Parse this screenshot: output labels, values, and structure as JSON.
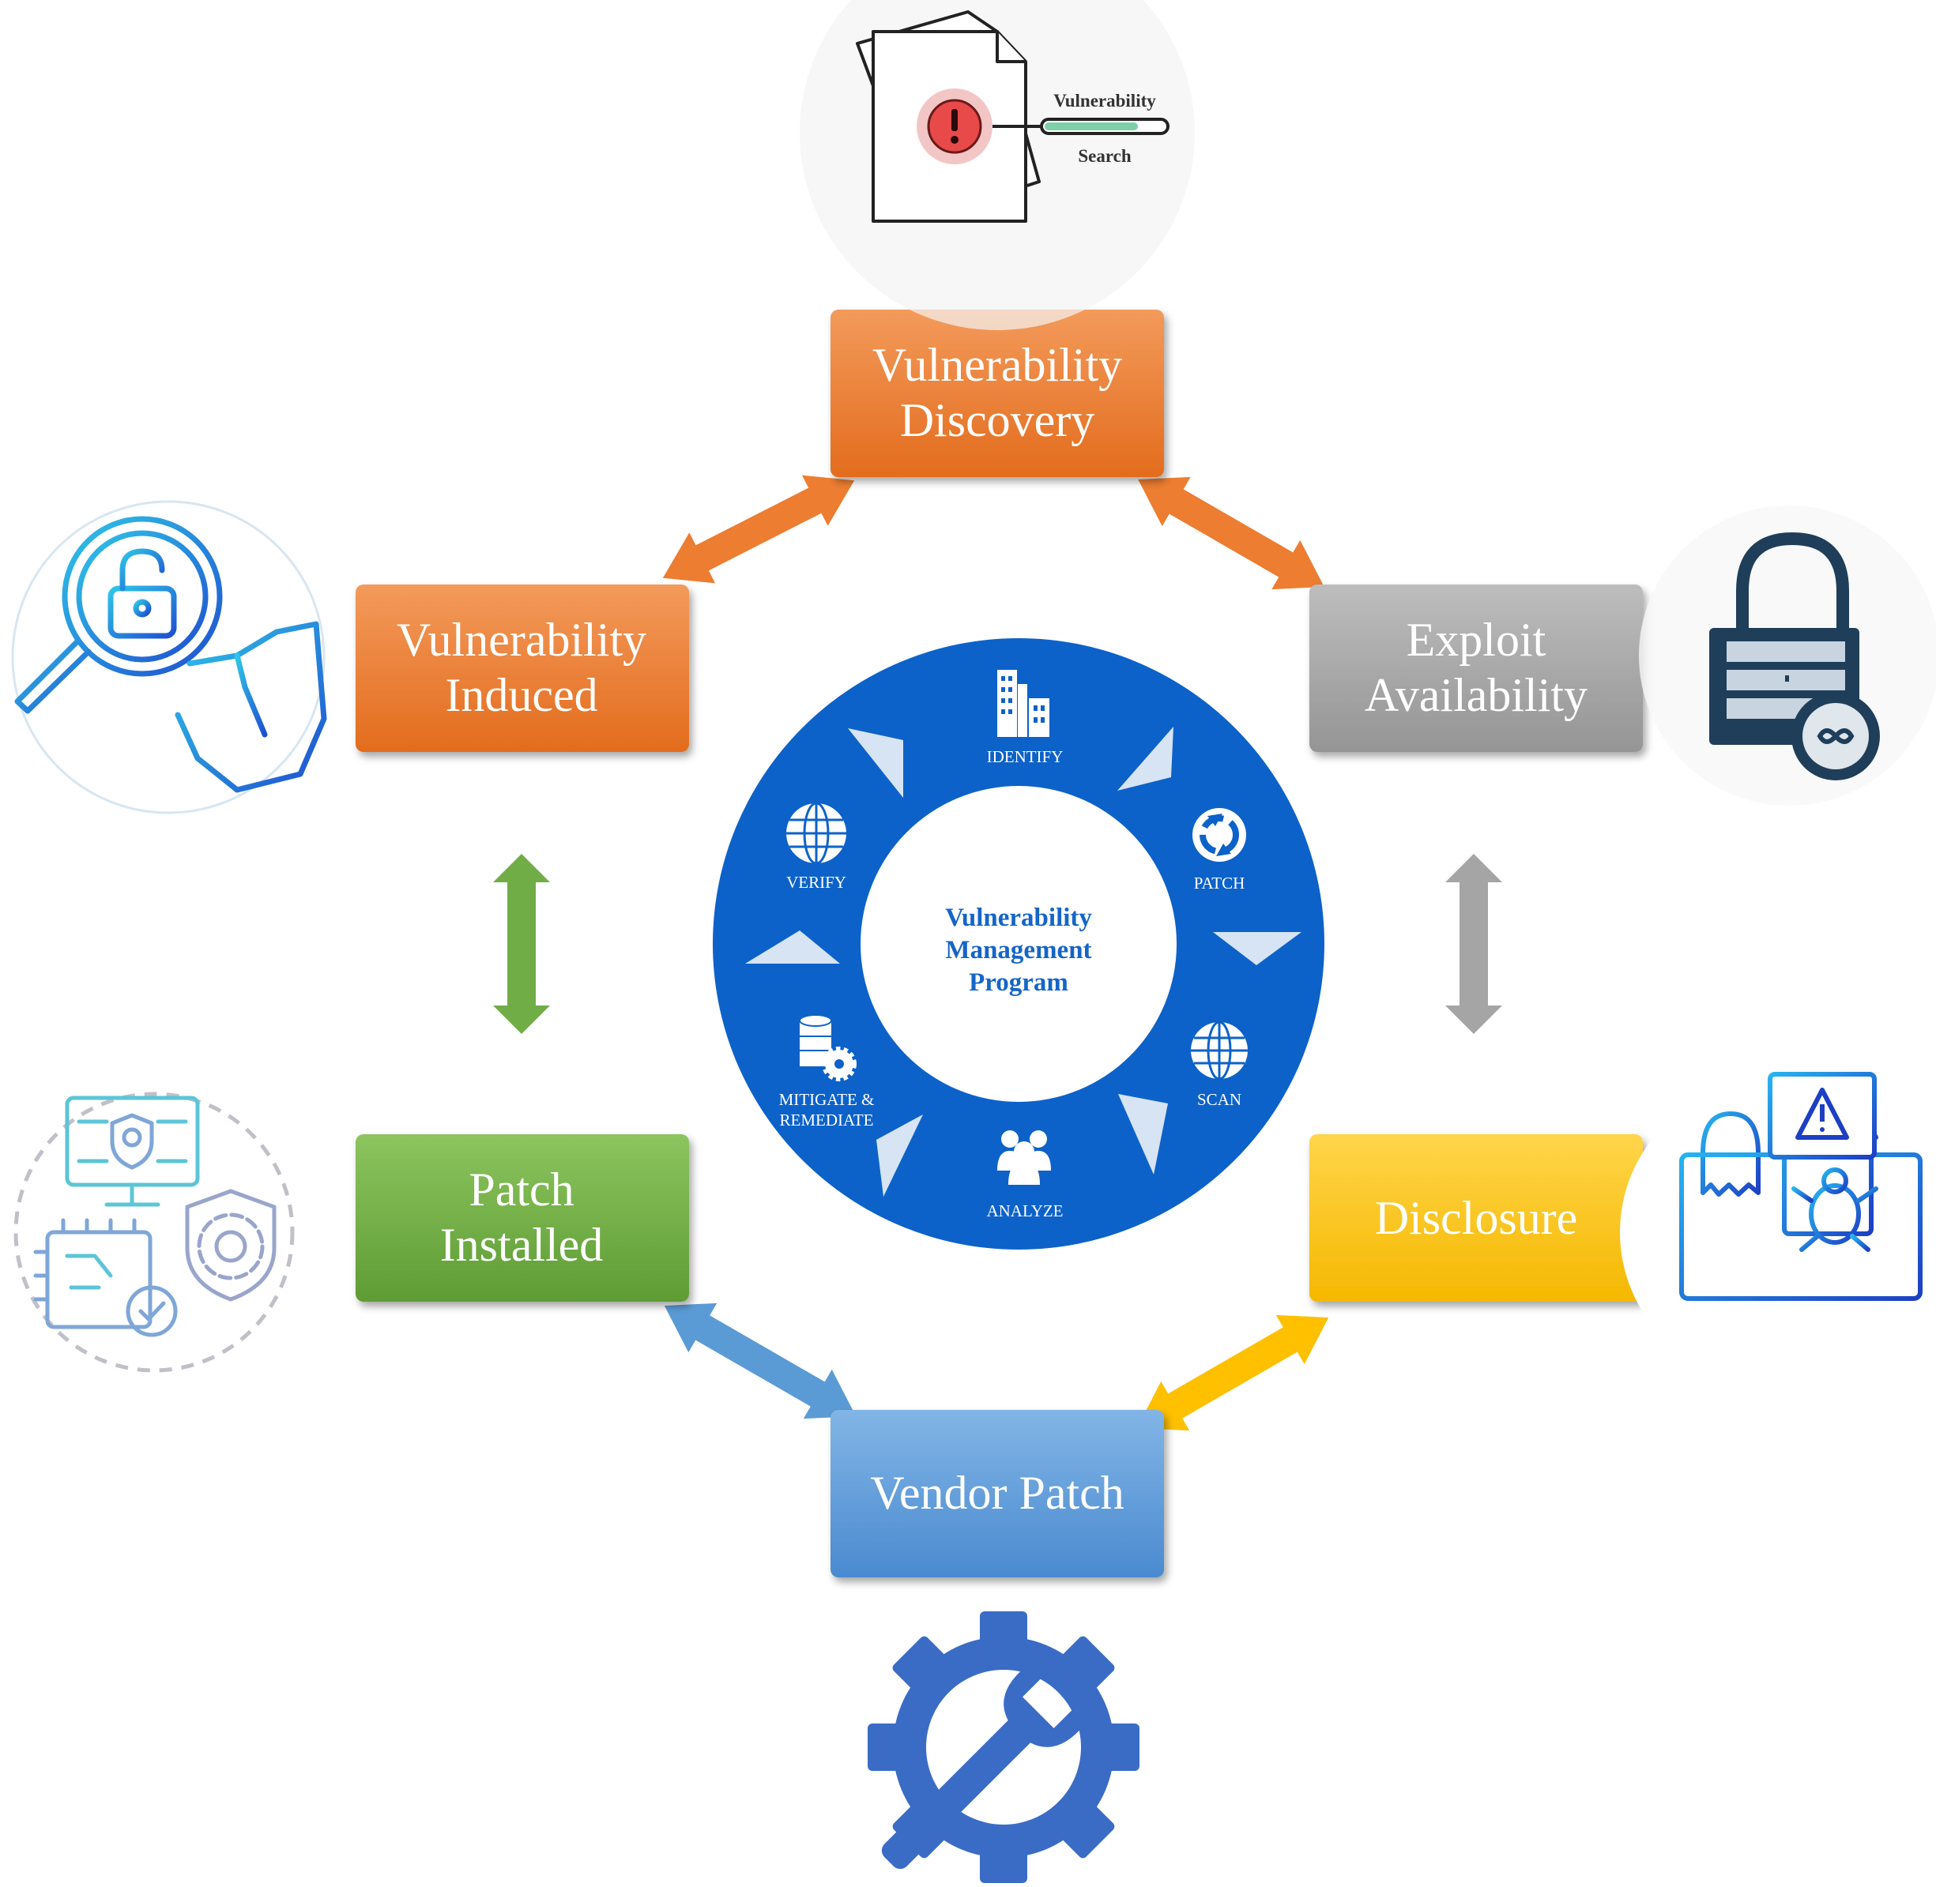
{
  "center": {
    "title_lines": [
      "Vulnerability",
      "Management",
      "Program"
    ],
    "steps": [
      "IDENTIFY",
      "PATCH",
      "SCAN",
      "ANALYZE",
      "MITIGATE &",
      "REMEDIATE",
      "VERIFY"
    ]
  },
  "boxes": {
    "discovery": [
      "Vulnerability",
      "Discovery"
    ],
    "exploit": [
      "Exploit",
      "Availability"
    ],
    "disclosure": [
      "Disclosure"
    ],
    "vendor": [
      "Vendor Patch"
    ],
    "installed": [
      "Patch",
      "Installed"
    ],
    "induced": [
      "Vulnerability",
      "Induced"
    ]
  },
  "search_icon": {
    "line1": "Vulnerability",
    "line2": "Search"
  },
  "colors": {
    "orange": "#ed7d31",
    "gray": "#a5a5a5",
    "yellow": "#ffc000",
    "blue_box": "#5b9bd5",
    "green": "#70ad47",
    "wheel_blue": "#0d62c9",
    "gear_blue": "#3a6cc6",
    "lock_navy": "#1f3e5a"
  }
}
